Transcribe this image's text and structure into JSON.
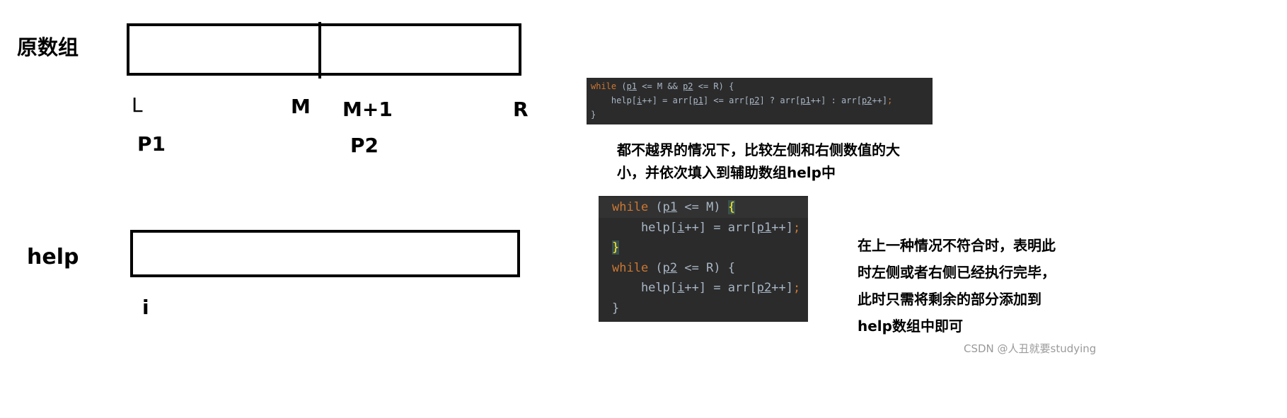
{
  "labels": {
    "orig_array": "原数组",
    "help": "help",
    "L": "L",
    "M": "M",
    "M1": "M+1",
    "R": "R",
    "P1": "P1",
    "P2": "P2",
    "i": "i"
  },
  "code1": {
    "line1": {
      "kw": "while",
      "a": " (",
      "v1": "p1",
      "b": " <= M && ",
      "v2": "p2",
      "c": " <= R) {"
    },
    "line2": {
      "a": "    help[",
      "v1": "i",
      "b": "++] = arr[",
      "v2": "p1",
      "c": "] <= arr[",
      "v3": "p2",
      "d": "] ? arr[",
      "v4": "p1",
      "e": "++] : arr[",
      "v5": "p2",
      "f": "++]",
      "semi": ";"
    },
    "line3": "}"
  },
  "desc1": {
    "line1": "都不越界的情况下，比较左侧和右侧数值的大",
    "line2": "小，并依次填入到辅助数组help中"
  },
  "code2": {
    "line1": {
      "kw": "while",
      "a": " (",
      "v1": "p1",
      "b": " <= M) ",
      "brace": "{"
    },
    "line2": {
      "a": "    help[",
      "v1": "i",
      "b": "++] = arr[",
      "v2": "p1",
      "c": "++]",
      "semi": ";"
    },
    "line3": "}",
    "line4": {
      "kw": "while",
      "a": " (",
      "v1": "p2",
      "b": " <= R) {"
    },
    "line5": {
      "a": "    help[",
      "v1": "i",
      "b": "++] = arr[",
      "v2": "p2",
      "c": "++]",
      "semi": ";"
    },
    "line6": "}"
  },
  "desc2": {
    "line1": "在上一种情况不符合时，表明此",
    "line2": "时左侧或者右侧已经执行完毕，",
    "line3": "此时只需将剩余的部分添加到",
    "line4": "help数组中即可"
  },
  "watermark": "CSDN @人丑就要studying"
}
